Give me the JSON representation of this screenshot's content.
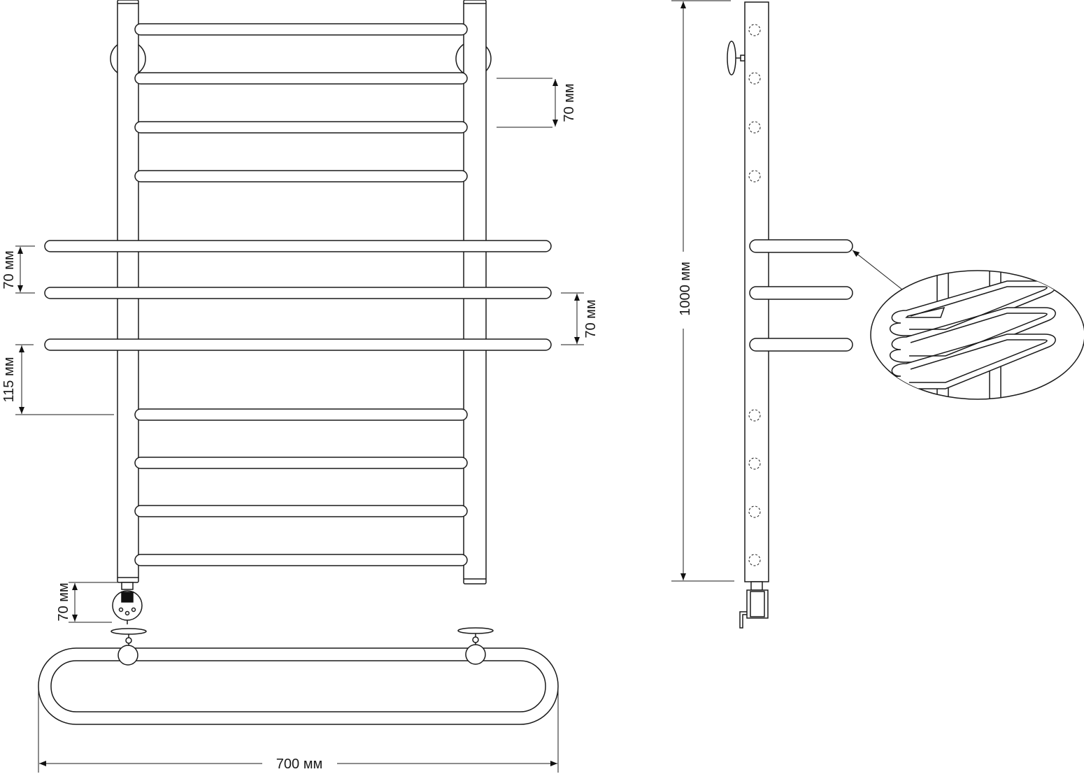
{
  "drawing": {
    "type": "technical-drawing",
    "subject": "ladder-towel-rail",
    "views": [
      "front-view",
      "side-view",
      "top-view",
      "detail-view"
    ],
    "colors": {
      "line": "#1a1a1a",
      "fill": "#ffffff",
      "marker": "#111111"
    }
  },
  "dimensions": {
    "top_bar_spacing": "70 мм",
    "shelf_spacing_left": "70 мм",
    "shelf_spacing_right": "70 мм",
    "shelf_to_bar_gap": "115 мм",
    "heater_offset": "70 мм",
    "total_height": "1000 мм",
    "total_width": "700 мм"
  }
}
